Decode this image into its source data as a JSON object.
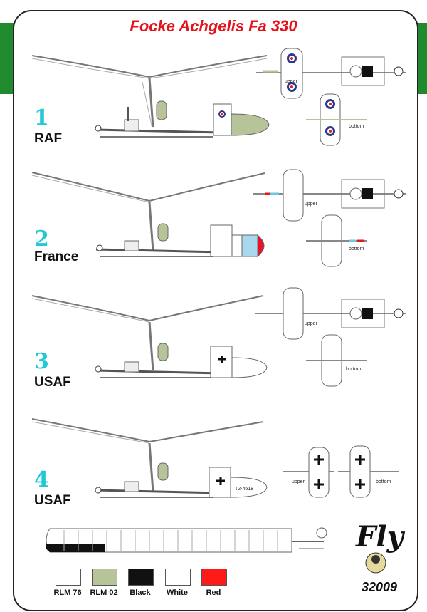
{
  "title": "Focke Achgelis Fa 330",
  "schemes": [
    {
      "number": "1",
      "label": "RAF"
    },
    {
      "number": "2",
      "label": "France"
    },
    {
      "number": "3",
      "label": "USAF"
    },
    {
      "number": "4",
      "label": "USAF"
    }
  ],
  "view_labels": {
    "upper": "upper",
    "bottom": "bottom"
  },
  "markings": {
    "serial": "T2-4618"
  },
  "legend": [
    {
      "name": "RLM 76",
      "color": "#ffffff"
    },
    {
      "name": "RLM 02",
      "color": "#b7c49a"
    },
    {
      "name": "Black",
      "color": "#111111"
    },
    {
      "name": "White",
      "color": "#ffffff"
    },
    {
      "name": "Red",
      "color": "#ff1a1a"
    }
  ],
  "brand": {
    "logo": "Fly",
    "code": "32009"
  },
  "colors": {
    "accent_band": "#1f8a2e",
    "title": "#e3121b",
    "numbers": "#23c8d6"
  }
}
